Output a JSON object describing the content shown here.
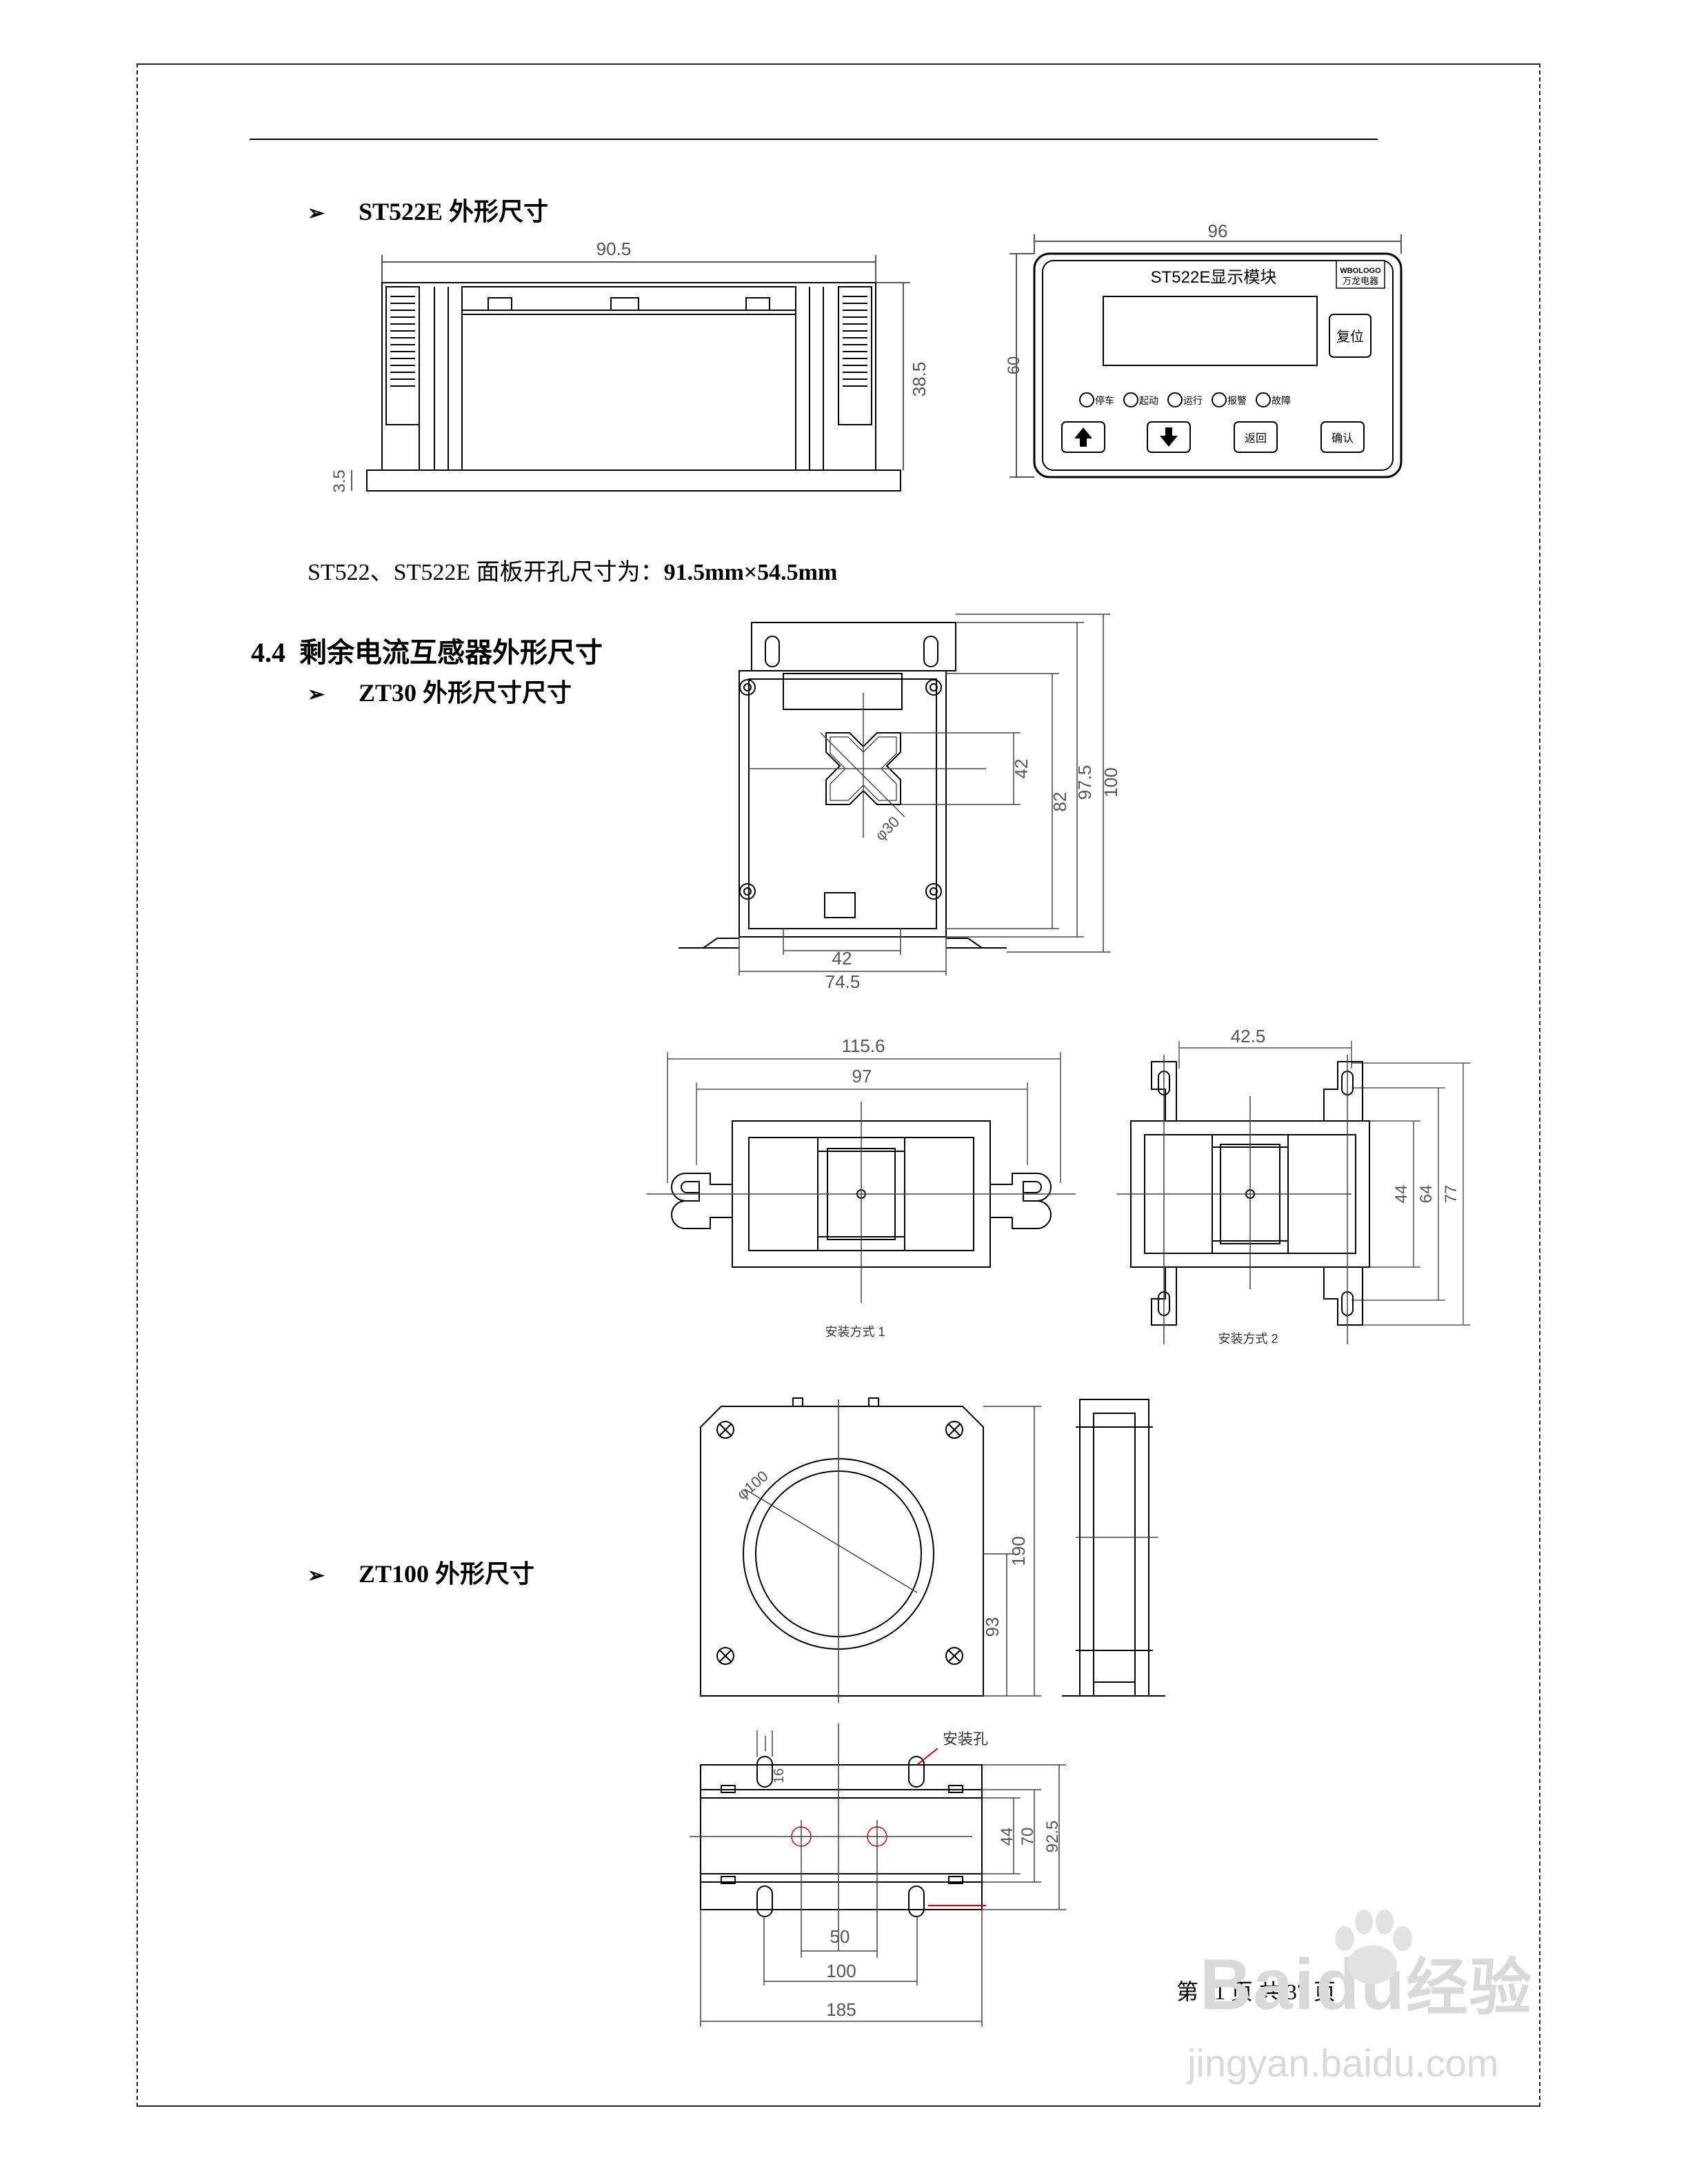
{
  "headings": {
    "st522e": "ST522E 外形尺寸",
    "zt30": "ZT30 外形尺寸尺寸",
    "zt100": "ZT100 外形尺寸",
    "bullet": "➢"
  },
  "section": {
    "number": "4.4",
    "title": "剩余电流互感器外形尺寸"
  },
  "panel_cutout": {
    "text": "ST522、ST522E 面板开孔尺寸为：",
    "value": "91.5mm×54.5mm"
  },
  "st522e_side": {
    "width": "90.5",
    "height": "38.5",
    "base": "3.5"
  },
  "st522e_front": {
    "width": "96",
    "height": "60",
    "title": "ST522E显示模块",
    "brand_en": "WBOLOGO",
    "brand_cn": "万龙电器",
    "reset_btn": "复位",
    "leds": [
      "停车",
      "起动",
      "运行",
      "报警",
      "故障"
    ],
    "up_icon": "arrow-up",
    "down_icon": "arrow-down",
    "back_btn": "返回",
    "ok_btn": "确认"
  },
  "zt30_front": {
    "w_inner": "42",
    "w_outer": "74.5",
    "h_inner": "42",
    "h_82": "82",
    "h_975": "97.5",
    "h_100": "100",
    "dia": "φ30"
  },
  "zt30_mount1": {
    "w1": "115.6",
    "w2": "97",
    "caption": "安装方式 1"
  },
  "zt30_mount2": {
    "w": "42.5",
    "h1": "44",
    "h2": "64",
    "h3": "77",
    "caption": "安装方式 2"
  },
  "zt100_front": {
    "dia": "φ100",
    "h1": "190",
    "h2": "93"
  },
  "zt100_bottom": {
    "hole_label": "安装孔",
    "slot": "16",
    "h1": "44",
    "h2": "70",
    "h3": "92.5",
    "w1": "50",
    "w2": "100",
    "w3": "185"
  },
  "footer": {
    "text": "第  11  页  共  37  页"
  },
  "watermark": {
    "brand": "Baidu",
    "cn": "经验",
    "url": "jingyan.baidu.com"
  }
}
